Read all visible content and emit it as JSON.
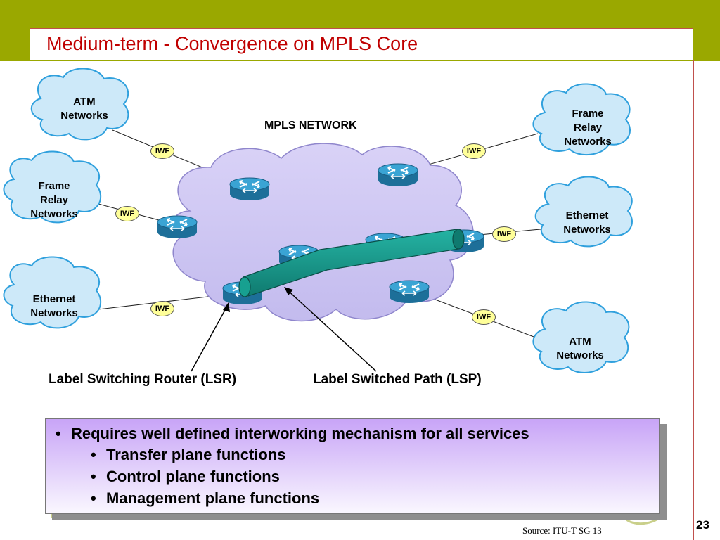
{
  "slide": {
    "title": "Medium-term - Convergence on MPLS Core",
    "source": "Source: ITU-T SG 13",
    "page_number": "23"
  },
  "diagram": {
    "core_label": "MPLS NETWORK",
    "clouds": [
      {
        "id": "atm-left",
        "label": "ATM\nNetworks"
      },
      {
        "id": "fr-left",
        "label": "Frame\nRelay\nNetworks"
      },
      {
        "id": "eth-left",
        "label": "Ethernet\nNetworks"
      },
      {
        "id": "fr-right",
        "label": "Frame\nRelay\nNetworks"
      },
      {
        "id": "eth-right",
        "label": "Ethernet\nNetworks"
      },
      {
        "id": "atm-right",
        "label": "ATM\nNetworks"
      }
    ],
    "iwf_label": "IWF",
    "captions": {
      "lsr": "Label Switching Router (LSR)",
      "lsp": "Label Switched Path (LSP)"
    }
  },
  "bullets": {
    "main": "Requires well defined interworking mechanism for all services",
    "sub": [
      "Transfer plane functions",
      "Control plane functions",
      "Management plane functions"
    ]
  },
  "colors": {
    "topbar": "#9aa800",
    "title": "#c00000",
    "cloud_fill": "#cde9f9",
    "cloud_stroke": "#2fa0dd",
    "core_fill": "#cfc8f2",
    "router": "#2c8fbf",
    "tunnel": "#1b9c8e",
    "iwf_fill": "#ffff99"
  }
}
